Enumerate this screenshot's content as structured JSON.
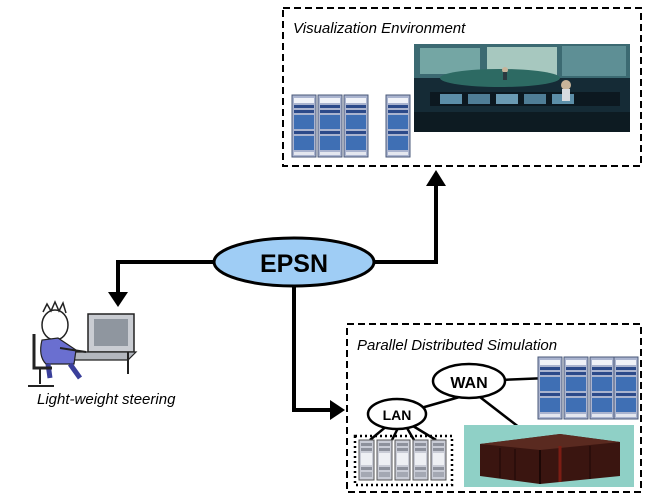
{
  "diagram": {
    "center_node": "EPSN",
    "visualization_box_title": "Visualization Environment",
    "simulation_box_title": "Parallel Distributed Simulation",
    "steering_caption": "Light-weight steering",
    "wan_label": "WAN",
    "lan_label": "LAN"
  },
  "colors": {
    "node_fill": "#9fcdf5",
    "server_blue": "#3f6fb4",
    "server_gray": "#c9ccd6",
    "supercomputer_bg": "#8fd0c6",
    "supercomputer_body": "#3a1510",
    "screen_dark": "#152b36"
  }
}
